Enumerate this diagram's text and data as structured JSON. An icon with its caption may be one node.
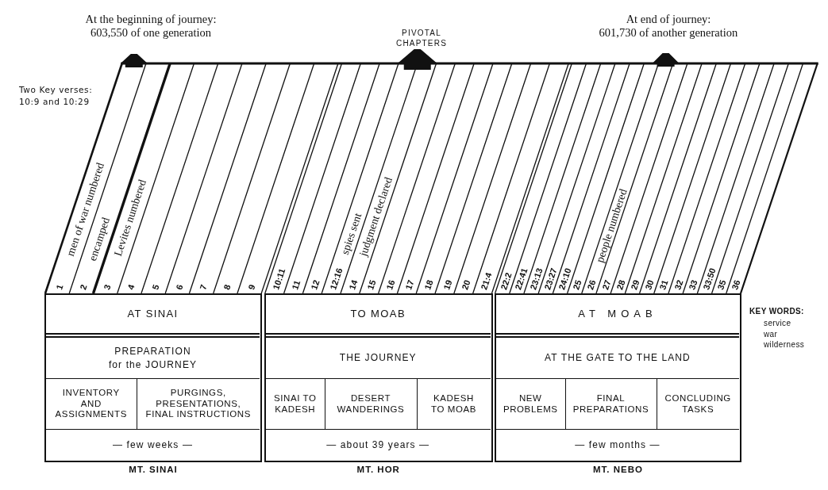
{
  "diagram": {
    "nodes": [
      {
        "text": [],
        "shape": "box",
        "beside": [
          "MT. SINAI"
        ]
      },
      {
        "text": [
          "AT SINAI"
        ],
        "in": 0
      },
      {
        "text": [
          "PREPARATION for the JOURNEY"
        ],
        "in": 0
      },
      {
        "text": [
          "INVENTORY AND ASSIGNMENTS"
        ],
        "in": 0
      },
      {
        "text": [
          "PURGINGS, PRESENTATIONS, FINAL INSTRUCTIONS"
        ],
        "in": 0
      },
      {
        "text": [
          "— few weeks —"
        ],
        "in": 0
      },
      {
        "text": [],
        "shape": "box",
        "beside": [
          "MT. HOR"
        ]
      },
      {
        "text": [
          "TO MOAB"
        ],
        "in": 6
      },
      {
        "text": [
          "THE JOURNEY"
        ],
        "in": 6
      },
      {
        "text": [
          "SINAI TO KADESH"
        ],
        "in": 6
      },
      {
        "text": [
          "DESERT WANDERINGS"
        ],
        "in": 6
      },
      {
        "text": [
          "KADESH TO MOAB"
        ],
        "in": 6
      },
      {
        "text": [
          "— about 39 years —"
        ],
        "in": 6
      },
      {
        "text": [],
        "shape": "box",
        "beside": [
          "MT. NEBO"
        ]
      },
      {
        "text": [
          "AT MOAB"
        ],
        "in": 13
      },
      {
        "text": [
          "AT THE GATE TO THE LAND"
        ],
        "in": 13
      },
      {
        "text": [
          "NEW PROBLEMS"
        ],
        "in": 13
      },
      {
        "text": [
          "FINAL PREPARATIONS"
        ],
        "in": 13
      },
      {
        "text": [
          "CONCLUDING TASKS"
        ],
        "in": 13
      },
      {
        "text": [
          "— few months —"
        ],
        "in": 13
      }
    ],
    "labels": [
      "At the beginning of journey: 603,550 of one generation",
      "PIVOTAL CHAPTERS",
      "At end of journey: 601,730 of another generation",
      "Two Key verses: 10:9 and 10:29",
      "men of war numbered",
      "encamped",
      "Levites numbered",
      "spies sent",
      "judgment declared",
      "people numbered",
      "1",
      "2",
      "3",
      "4",
      "5",
      "6",
      "7",
      "8",
      "9",
      "10:11",
      "11",
      "12",
      "12:16",
      "14",
      "15",
      "16",
      "17",
      "18",
      "19",
      "20",
      "21:4",
      "22:2",
      "22:41",
      "23:13",
      "23:27",
      "24:10",
      "25",
      "26",
      "27",
      "28",
      "29",
      "30",
      "31",
      "32",
      "33",
      "33:50",
      "35",
      "36",
      "KEY WORDS:",
      "service",
      "war",
      "wilderness"
    ]
  }
}
